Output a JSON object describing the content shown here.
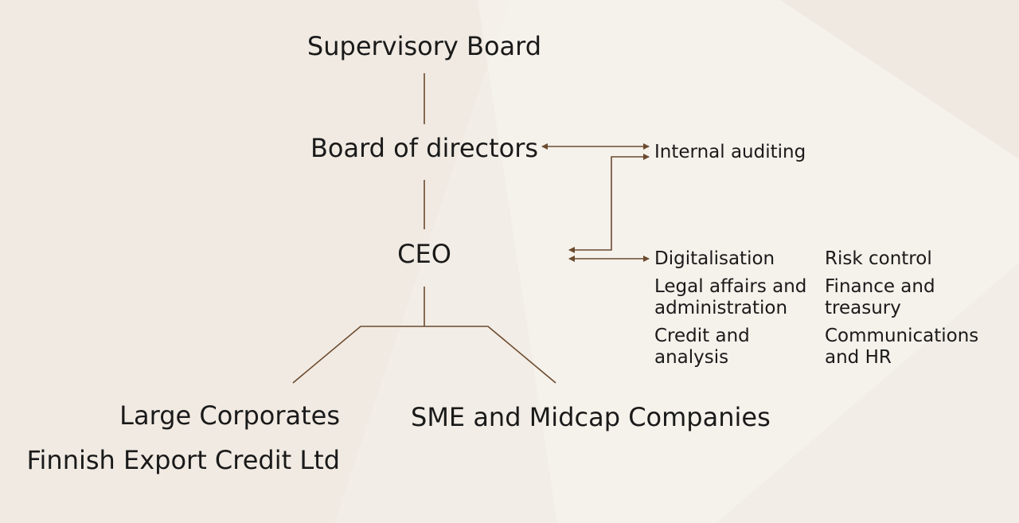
{
  "colors": {
    "background": "#f2ede6",
    "connector": "#6b4a2e",
    "text": "#1a1a1a"
  },
  "board": {
    "supervisory": "Supervisory Board",
    "directors": "Board of directors",
    "ceo": "CEO"
  },
  "audit": {
    "internal_auditing": "Internal auditing"
  },
  "functions": {
    "digitalisation": "Digitalisation",
    "risk_control": "Risk control",
    "legal_line1": "Legal affairs and",
    "legal_line2": "administration",
    "finance_line1": "Finance and",
    "finance_line2": "treasury",
    "credit_line1": "Credit and",
    "credit_line2": "analysis",
    "comms_line1": "Communications",
    "comms_line2": "and HR"
  },
  "units": {
    "large_corporates": "Large Corporates",
    "finnish_export_credit": "Finnish Export Credit Ltd",
    "sme_midcap": "SME and Midcap Companies"
  }
}
